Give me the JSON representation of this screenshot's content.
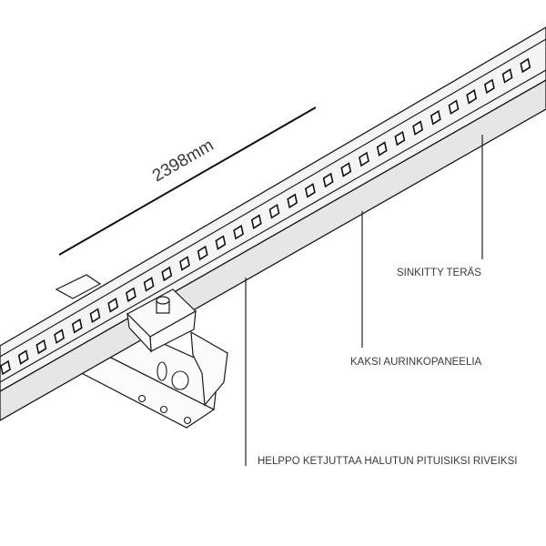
{
  "diagram": {
    "dimension_label": "2398mm",
    "callouts": [
      {
        "id": "galvanized",
        "text": "SINKITTY TERÄS"
      },
      {
        "id": "two-panels",
        "text": "KAKSI AURINKOPANEELIA"
      },
      {
        "id": "extend",
        "text": "HELPPO KETJUTTAA HALUTUN PITUISIKSI RIVEIKSI"
      }
    ]
  }
}
